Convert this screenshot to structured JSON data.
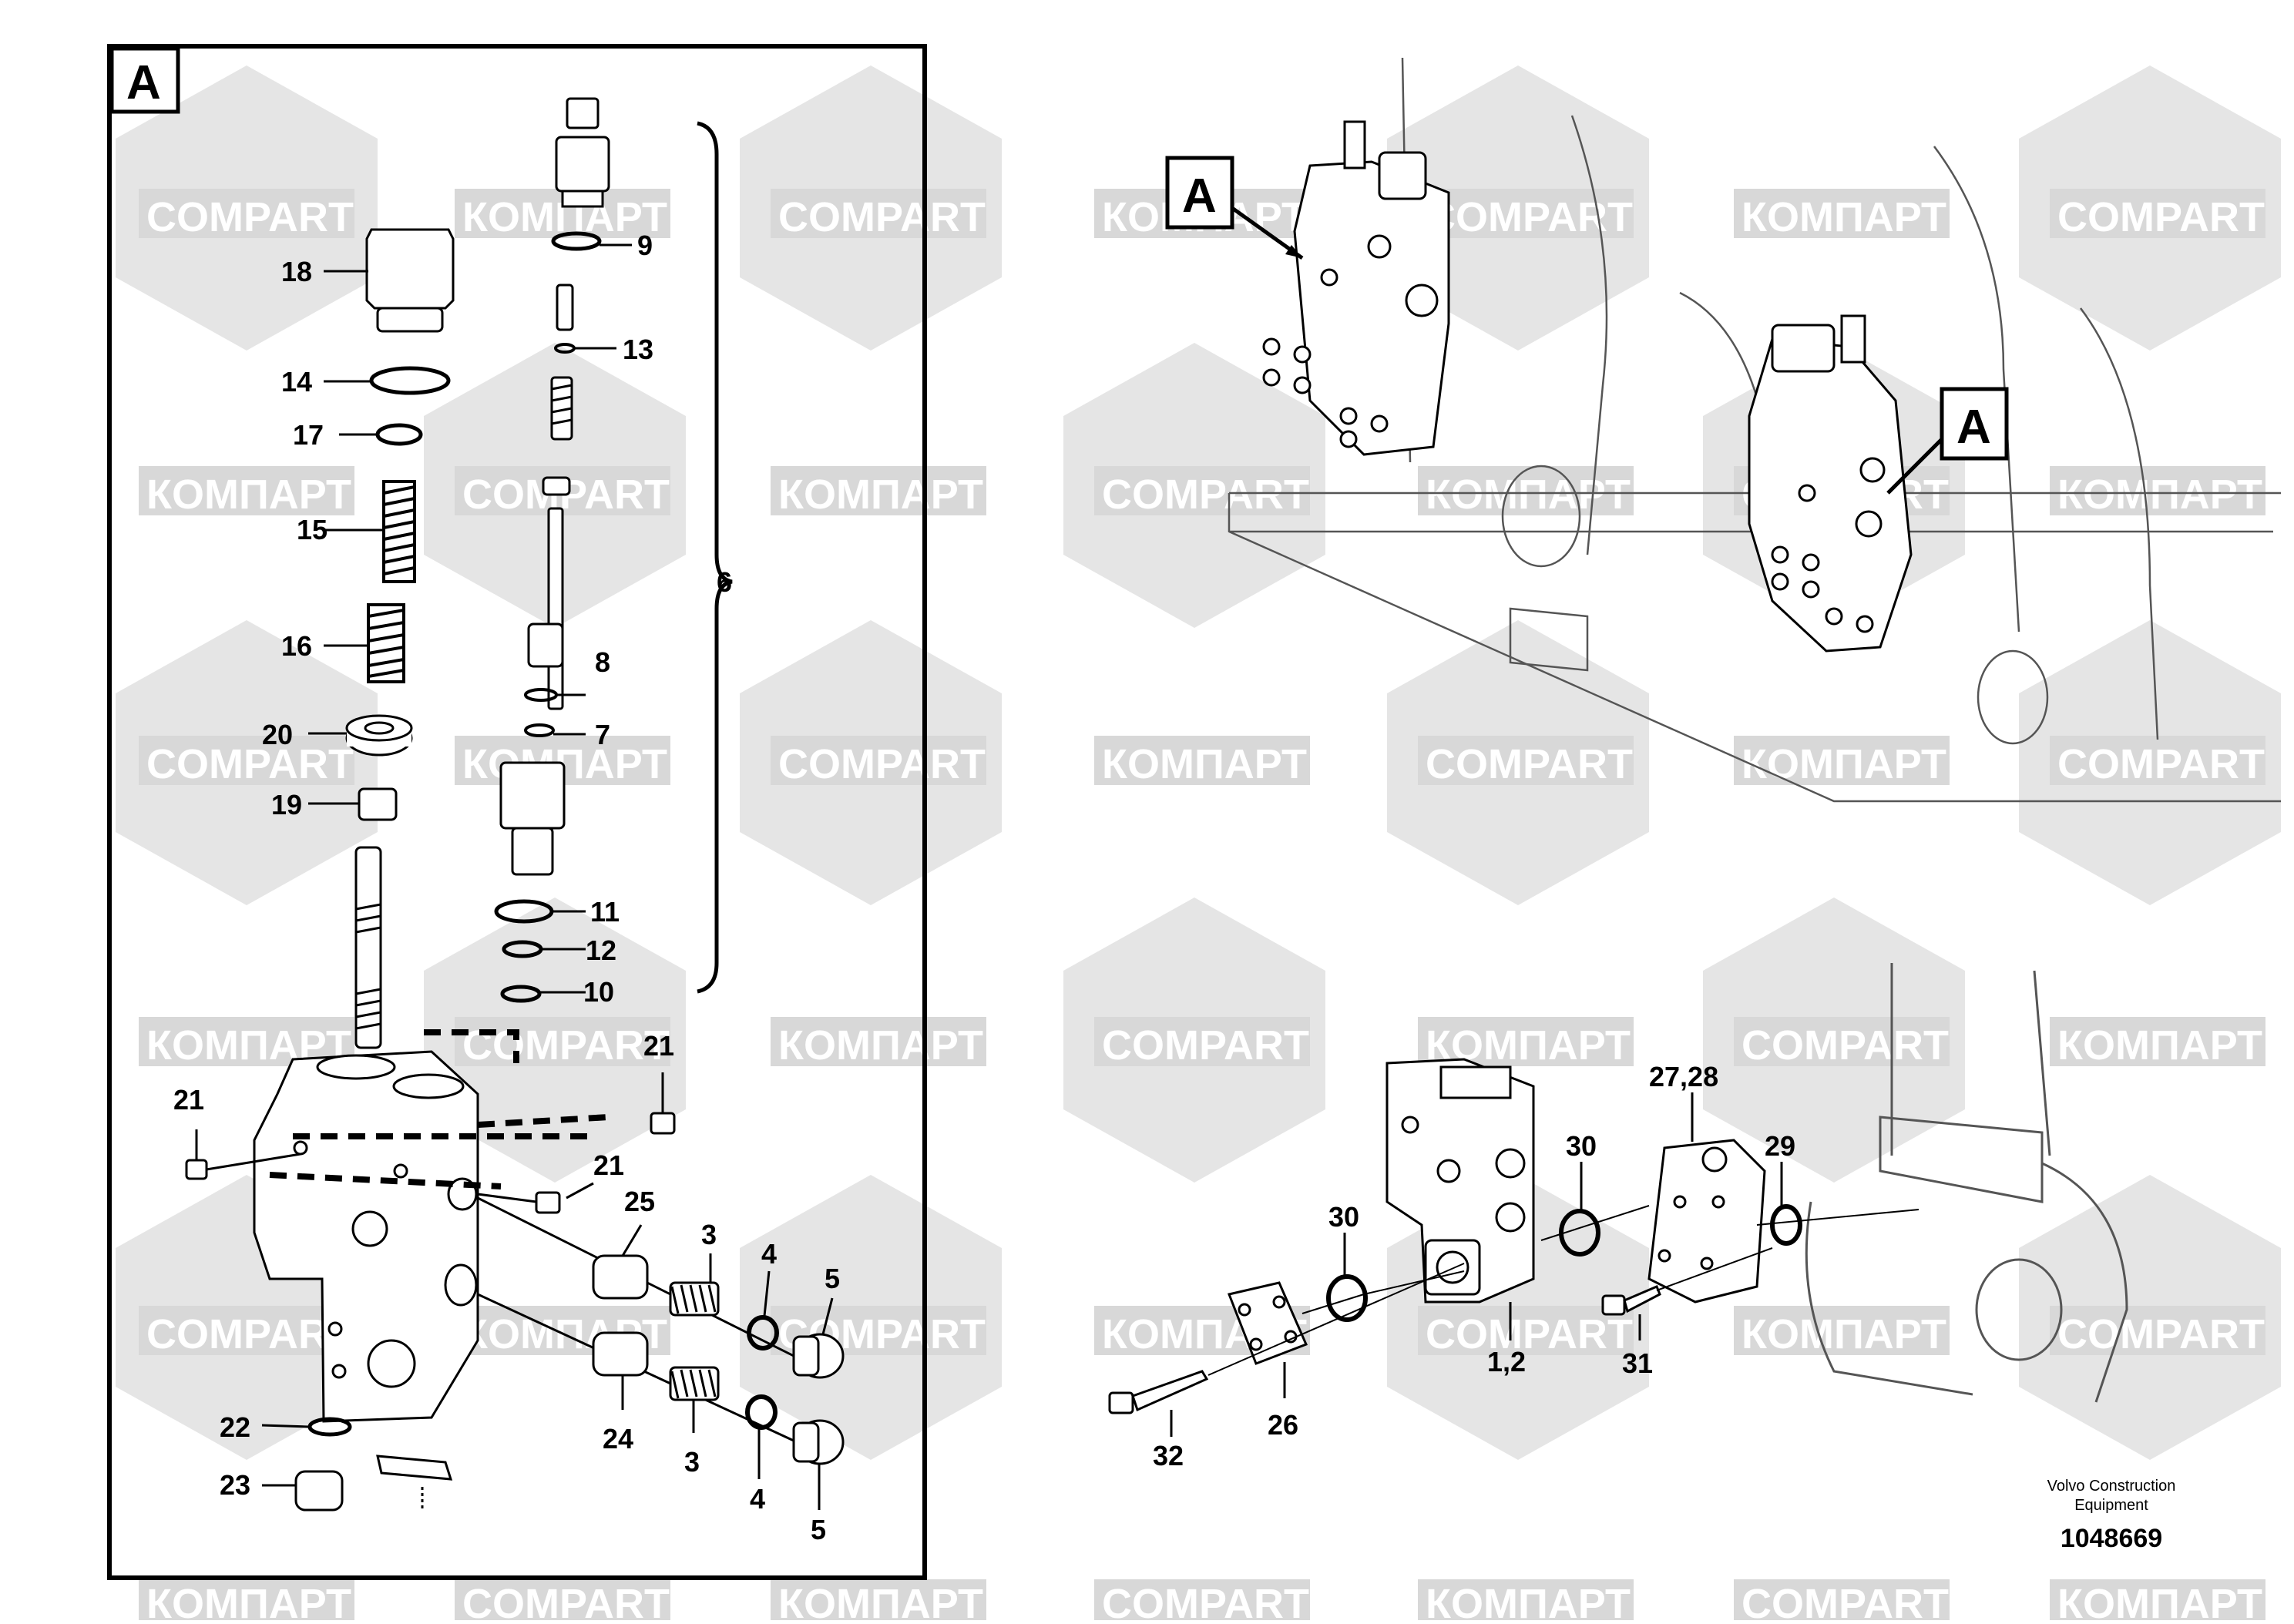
{
  "watermark": {
    "latin": "COMPART",
    "cyrillic": "КОМПАРТ",
    "color": "#d8d8d8"
  },
  "detail_label": "A",
  "location_labels": [
    "A",
    "A"
  ],
  "left_callouts": {
    "c18": "18",
    "c14": "14",
    "c17": "17",
    "c15": "15",
    "c16": "16",
    "c20": "20",
    "c19": "19",
    "c9": "9",
    "c13": "13",
    "c6": "6",
    "c8": "8",
    "c7": "7",
    "c11": "11",
    "c12": "12",
    "c10": "10",
    "c21a": "21",
    "c21b": "21",
    "c21c": "21",
    "c25": "25",
    "c3a": "3",
    "c4a": "4",
    "c5a": "5",
    "c24": "24",
    "c3b": "3",
    "c4b": "4",
    "c5b": "5",
    "c22": "22",
    "c23": "23"
  },
  "right_callouts": {
    "c27_28": "27,28",
    "c30a": "30",
    "c29": "29",
    "c30b": "30",
    "c1_2": "1,2",
    "c31": "31",
    "c26": "26",
    "c32": "32"
  },
  "footer": {
    "brand_line1": "Volvo Construction",
    "brand_line2": "Equipment",
    "number": "1048669"
  }
}
